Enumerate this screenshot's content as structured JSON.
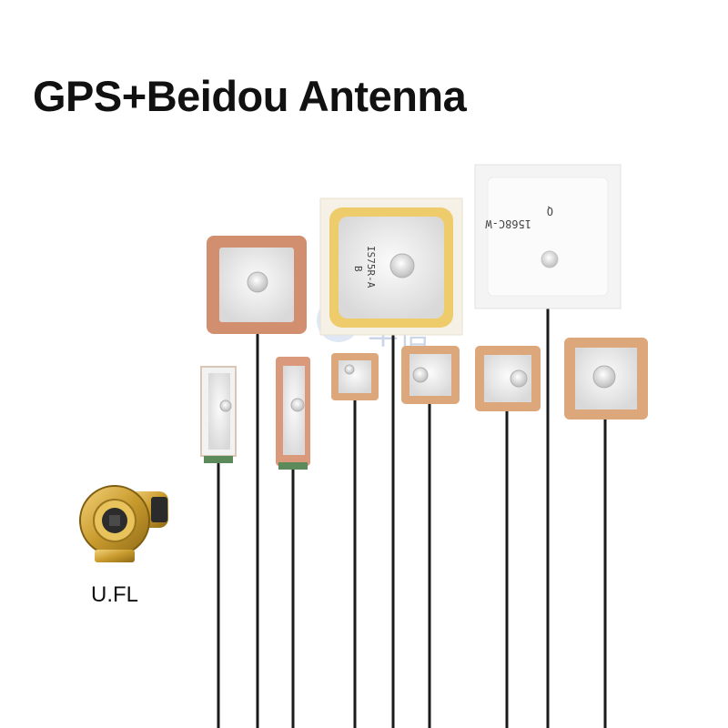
{
  "title": "GPS+Beidou Antenna",
  "connector_label": "U.FL",
  "antenna_markings": {
    "yellow_patch": [
      "IS75R-A",
      "B"
    ],
    "white_patch": [
      "1568C-W",
      "Q"
    ]
  },
  "watermark": "华信",
  "colors": {
    "ceramic_copper": "#d28f70",
    "ceramic_tan": "#dca77b",
    "ceramic_gold": "#efcc6b",
    "ceramic_white": "#f4f4f4",
    "silver_pad": "#e6e6e6",
    "cable": "#1a1a1a",
    "connector_gold": "#c99b2e"
  }
}
